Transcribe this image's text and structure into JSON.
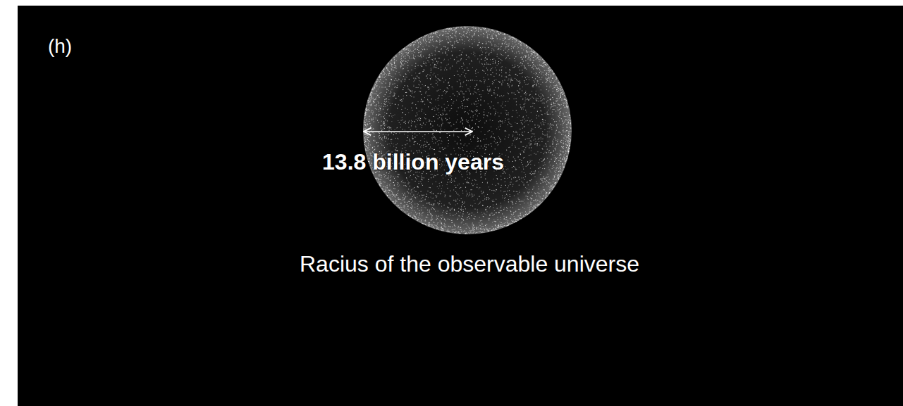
{
  "diagram": {
    "labels": [
      "(h)",
      "13.8 billion years",
      "Racius of the observable universe"
    ]
  }
}
